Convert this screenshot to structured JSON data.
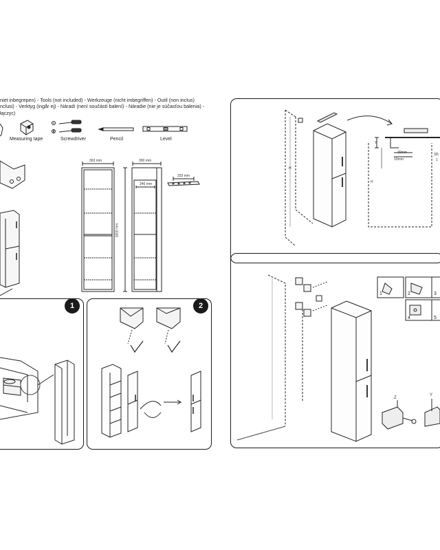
{
  "tools_header": {
    "lines": [
      "niet inbegrepen) - Tools (not included) -  Werkzeuge (nicht imbegriffen) - Outil (non inclus)",
      "nclusi) - Verktyg (ingår ej) - Náradí (není součástí balení) - Náradie (nie je súčasťou balenia) -",
      "łączyc)"
    ]
  },
  "tools": [
    {
      "label": "Measuring tape",
      "icon": "measuring-tape-icon"
    },
    {
      "label": "Screwdriver",
      "icon": "screwdriver-icon"
    },
    {
      "label": "Pencil",
      "icon": "pencil-icon"
    },
    {
      "label": "Level",
      "icon": "level-icon"
    }
  ],
  "dimensions": {
    "depth": "363 mm",
    "width": "300 mm",
    "inner_width": "246 mm",
    "height": "1600 mm",
    "rail": "333 mm"
  },
  "wall_panel": {
    "label_h1": "H",
    "label_h2": "H",
    "label_y": "Y",
    "label_30": "30mm",
    "label_15": "15mm",
    "label_30x": "30\\",
    "label_1": "1"
  },
  "steps": {
    "badge_1": "1",
    "badge_2": "2"
  },
  "hinge_panel": {
    "sub_steps": [
      "1",
      "2",
      "3",
      "4",
      "5"
    ],
    "axis_z": "Z",
    "axis_y": "Y"
  }
}
